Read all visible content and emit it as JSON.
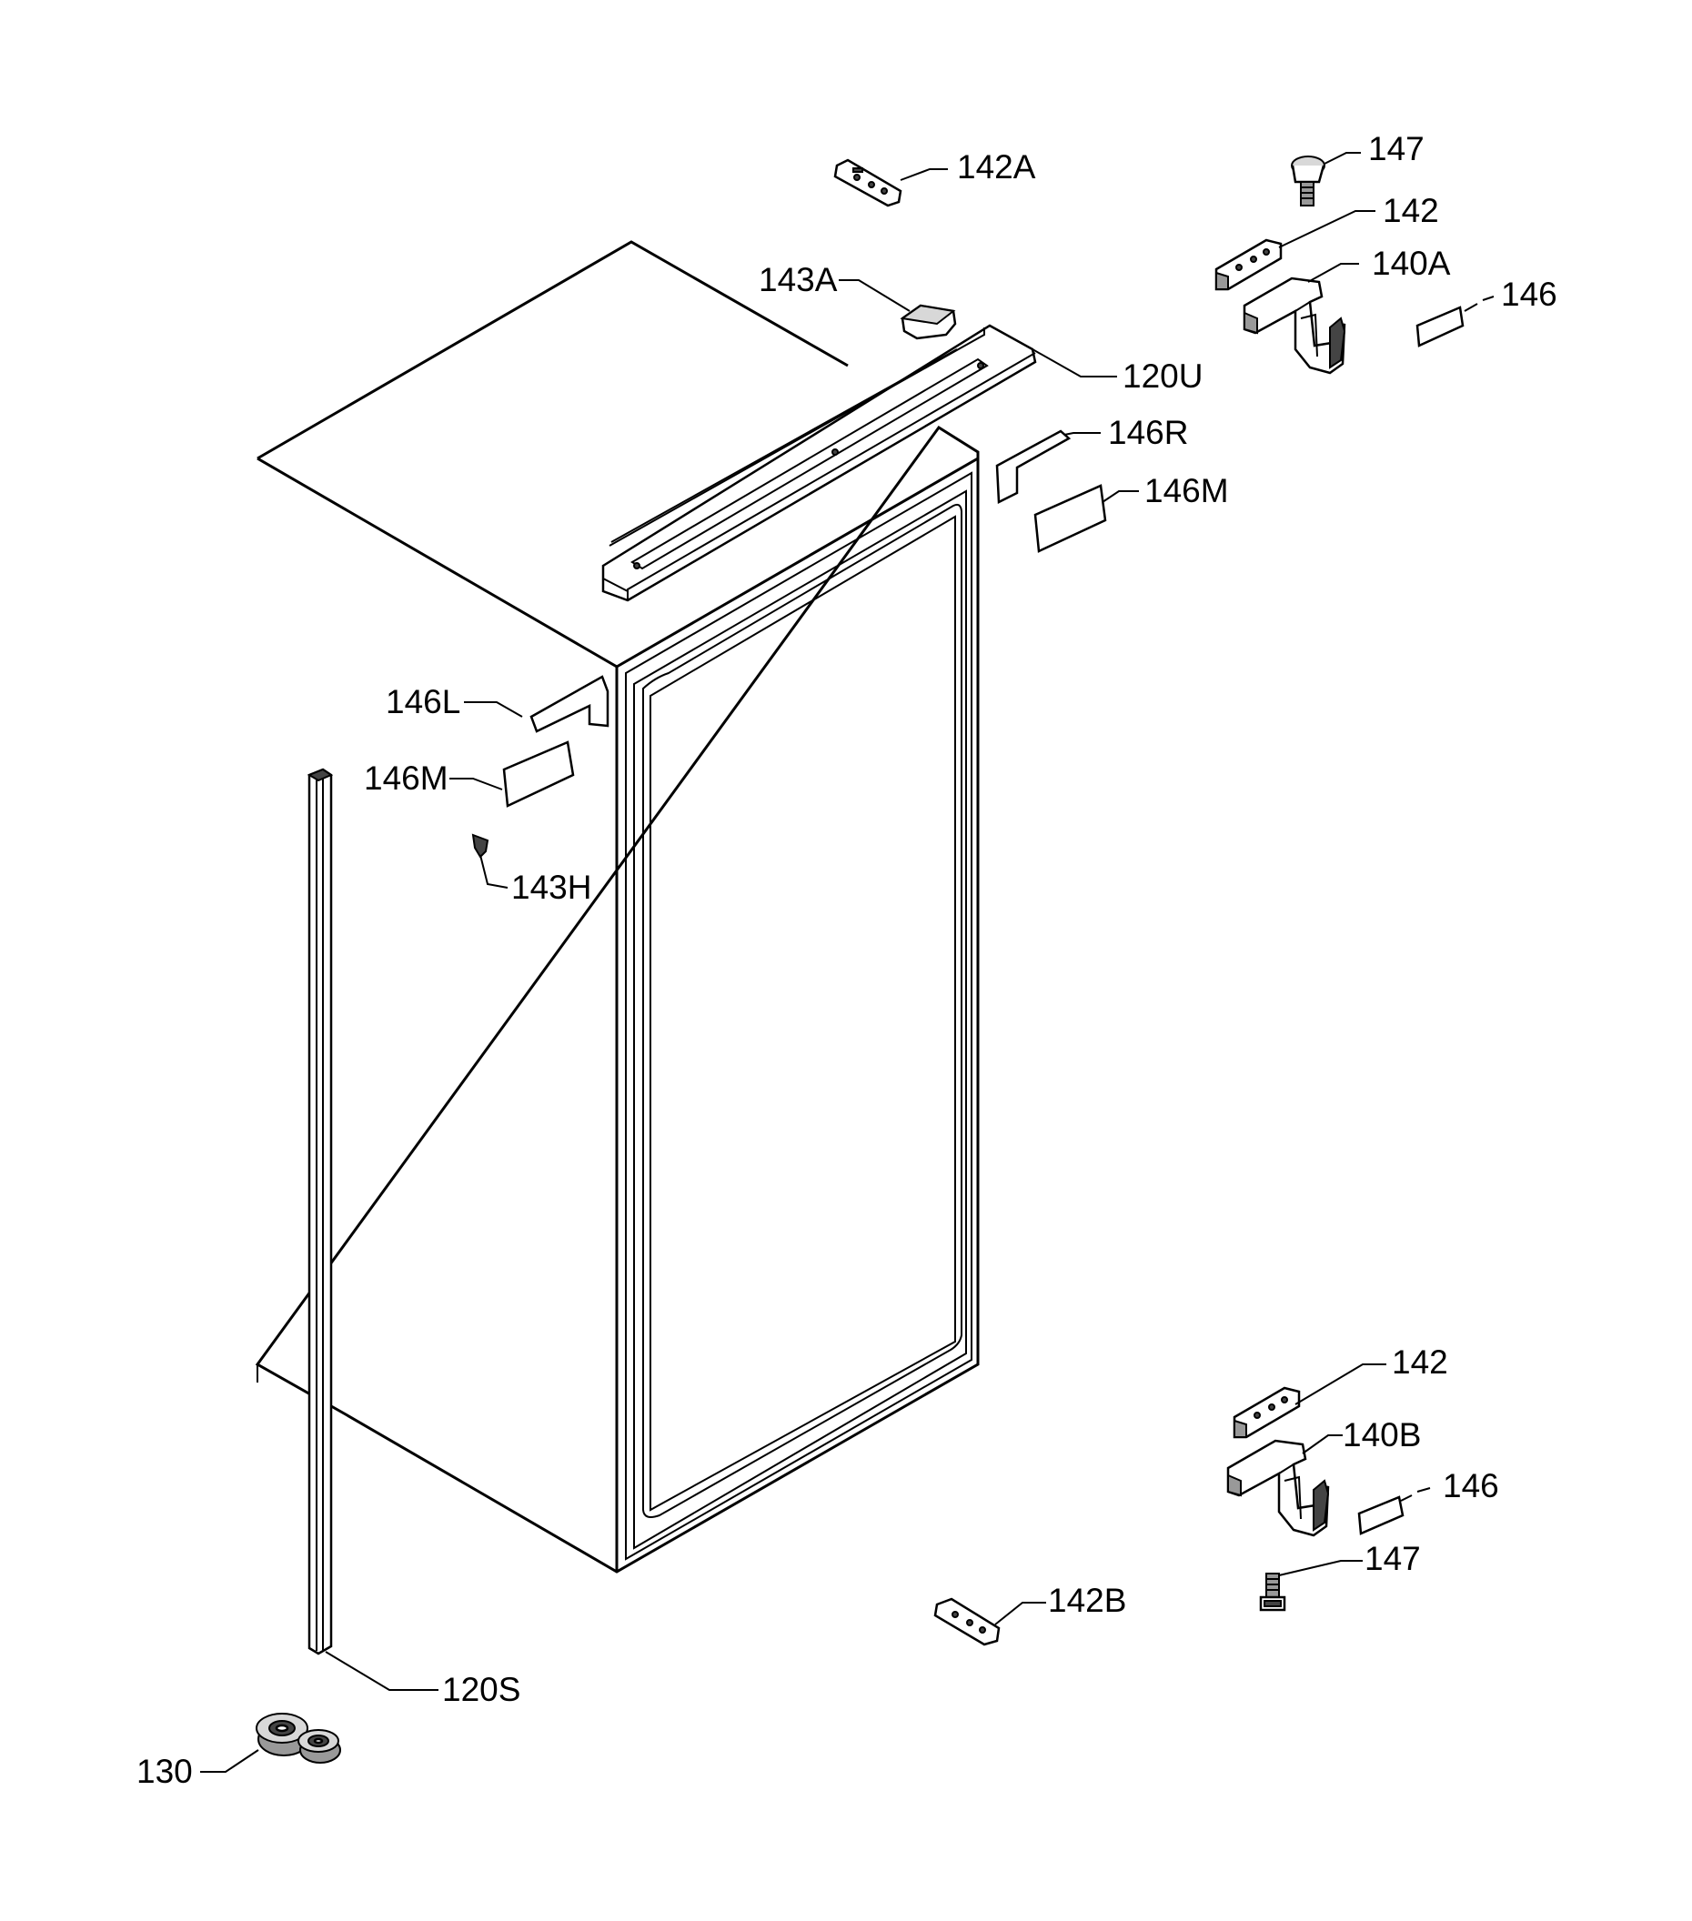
{
  "labels": {
    "l_142A": "142A",
    "l_147_top": "147",
    "l_142_top": "142",
    "l_140A": "140A",
    "l_146_top": "146",
    "l_143A": "143A",
    "l_120U": "120U",
    "l_146R": "146R",
    "l_146M_right": "146M",
    "l_146L": "146L",
    "l_146M_left": "146M",
    "l_143H": "143H",
    "l_142_bottom": "142",
    "l_140B": "140B",
    "l_146_bottom": "146",
    "l_147_bottom": "147",
    "l_142B": "142B",
    "l_120S": "120S",
    "l_130": "130"
  }
}
